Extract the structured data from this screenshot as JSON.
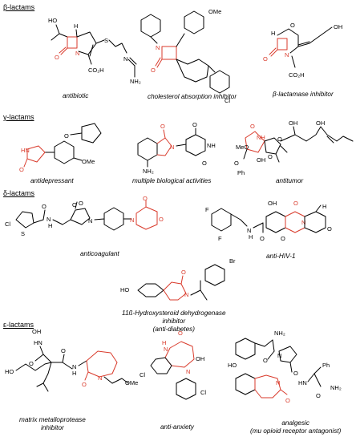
{
  "sections": {
    "beta": "β-lactams",
    "gamma": "γ-lactams",
    "delta": "δ-lactams",
    "epsilon": "ε-lactams"
  },
  "captions": {
    "antibiotic": "antibiotic",
    "cholesterol": "cholesterol absorption inhibitor",
    "blactamase": "β-lactamase inhibitor",
    "antidepressant": "antidepressant",
    "multiple": "multiple biological activities",
    "antitumor": "antitumor",
    "anticoagulant": "anticoagulant",
    "antihiv": "anti-HIV-1",
    "hsd_line1": "11ß-Hydroxysteroid dehydrogenase",
    "hsd_line2": "inhibitor",
    "hsd_line3": "(anti-diabetes)",
    "mmp_line1": "matrix metalloprotease",
    "mmp_line2": "inhibitor",
    "anxiety": "anti-anxiety",
    "analgesic_line1": "analgesic",
    "analgesic_line2": "(mu opioid receptor antagonist)"
  },
  "atom_labels": {
    "HO": "HO",
    "OH": "OH",
    "OMe": "OMe",
    "MeO": "MeO",
    "CO2H": "CO₂H",
    "N": "N",
    "NH": "NH",
    "NH2": "NH₂",
    "O": "O",
    "S": "S",
    "Cl": "Cl",
    "F": "F",
    "Br": "Br",
    "H": "H",
    "Ph": "Ph",
    "HN": "HN"
  },
  "colors": {
    "lactam": "#d93a2b",
    "bond": "#000000"
  }
}
